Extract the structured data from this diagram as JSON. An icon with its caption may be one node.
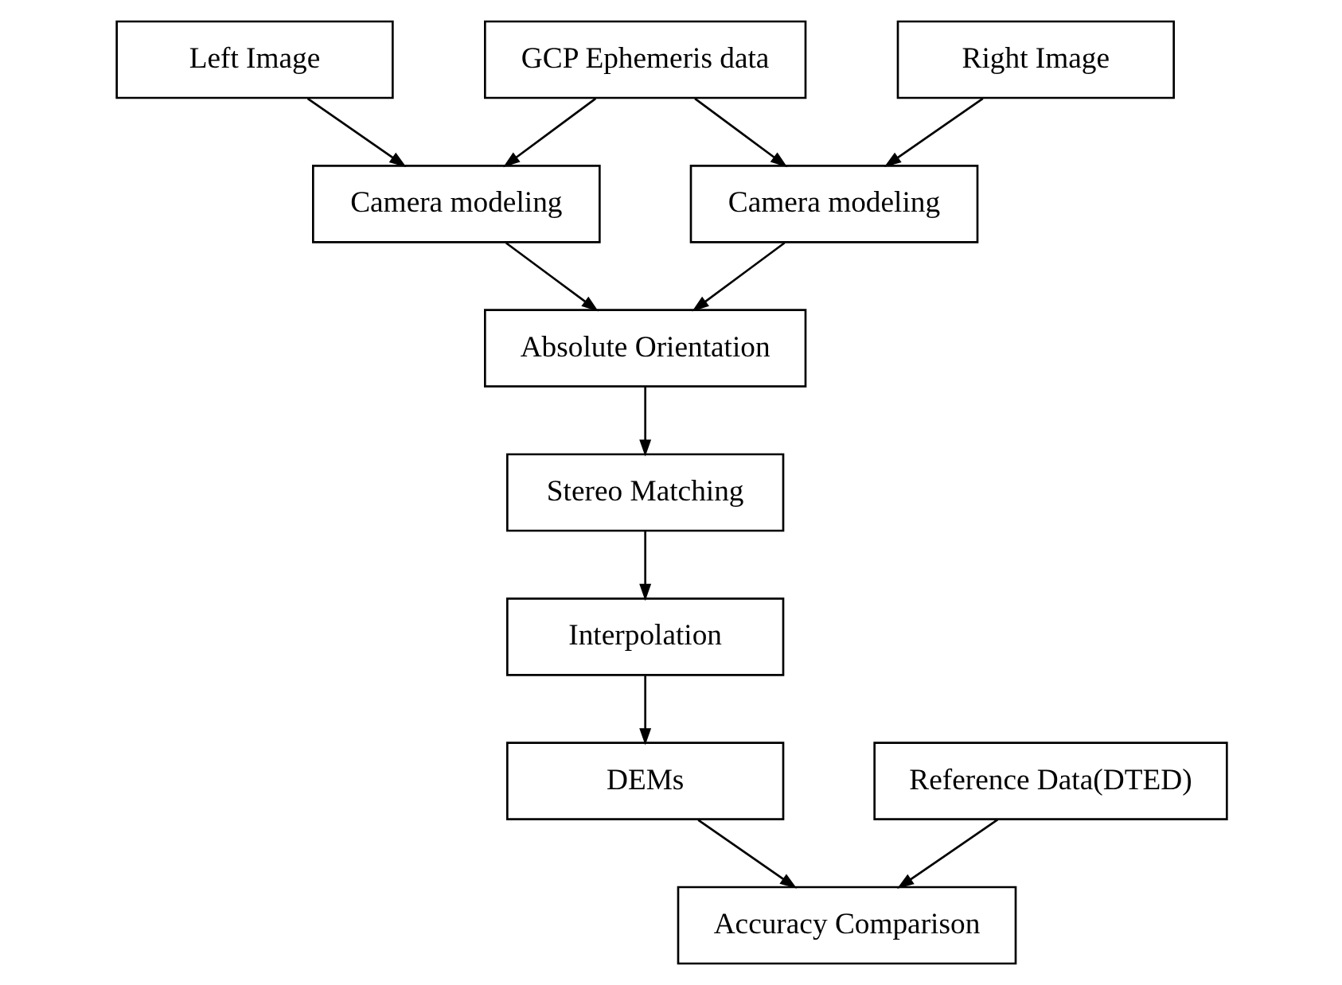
{
  "diagram": {
    "nodes": [
      {
        "text": [
          "Left Image"
        ]
      },
      {
        "text": [
          "Right Image"
        ]
      },
      {
        "text": [
          "GCP Ephemeris data"
        ]
      },
      {
        "text": [
          "Camera modeling"
        ]
      },
      {
        "text": [
          "Camera modeling"
        ]
      },
      {
        "text": [
          "Absolute Orientation"
        ]
      },
      {
        "text": [
          "Stereo Matching"
        ]
      },
      {
        "text": [
          "Interpolation"
        ]
      },
      {
        "text": [
          "DEMs"
        ]
      },
      {
        "text": [
          "Reference Data(DTED)"
        ]
      },
      {
        "text": [
          "Accuracy Comparison"
        ]
      }
    ],
    "edges": [
      {
        "from": 0,
        "to": 3,
        "arrow": "to"
      },
      {
        "from": 1,
        "to": 4,
        "arrow": "to"
      },
      {
        "from": 2,
        "to": 3,
        "arrow": "to"
      },
      {
        "from": 2,
        "to": 4,
        "arrow": "to"
      },
      {
        "from": 3,
        "to": 5,
        "arrow": "to"
      },
      {
        "from": 4,
        "to": 5,
        "arrow": "to"
      },
      {
        "from": 5,
        "to": 6,
        "arrow": "to"
      },
      {
        "from": 6,
        "to": 7,
        "arrow": "to"
      },
      {
        "from": 7,
        "to": 8,
        "arrow": "to"
      },
      {
        "from": 8,
        "to": 10,
        "arrow": "to"
      },
      {
        "from": 9,
        "to": 10,
        "arrow": "to"
      }
    ]
  }
}
